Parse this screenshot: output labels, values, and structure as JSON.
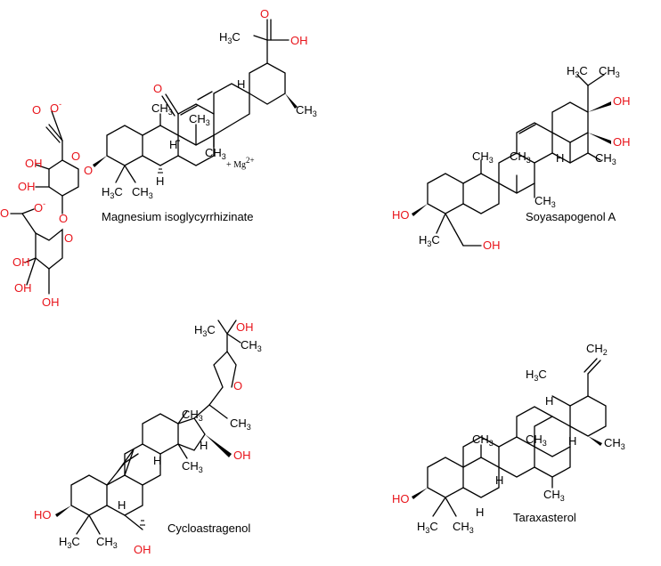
{
  "molecules": [
    {
      "name": "Magnesium isoglycyrrhizinate",
      "counter_ion": "+ Mg",
      "counter_ion_charge": "2+",
      "labels": {
        "ch3_top": "H",
        "ch3_top_rest": "C",
        "acid_oh": "OH",
        "acid_o": "O",
        "ketone_o": "O",
        "ch3_a": "CH",
        "ch3_b": "CH",
        "ch3_c": "CH",
        "ch3_d": "CH",
        "h_a": "H",
        "h_b": "H",
        "h_c": "H",
        "ether_o": "O",
        "sugar1_coo": "O",
        "sugar1_o_minus": "O",
        "minus": "-",
        "sugar1_ring_o": "O",
        "sugar1_oh1": "OH",
        "sugar1_oh2": "OH",
        "link_o": "O",
        "sugar2_coo": "O",
        "sugar2_o_minus": "O",
        "sugar2_ring_o": "O",
        "sugar2_oh1": "OH",
        "sugar2_oh2": "OH",
        "sugar2_oh3": "OH",
        "gem_h3c": "H",
        "gem_ch3": "CH",
        "three": "3"
      }
    },
    {
      "name": "Soyasapogenol A",
      "labels": {
        "h3c": "H",
        "ch3": "CH",
        "oh1": "OH",
        "oh2": "OH",
        "ch3_a": "CH",
        "ch3_b": "CH",
        "ch3_c": "CH",
        "ch3_d": "CH",
        "h": "H",
        "ho": "HO",
        "h3c_b": "H",
        "ch2oh": "OH",
        "three": "3"
      }
    },
    {
      "name": "Cycloastragenol",
      "labels": {
        "oh_top": "OH",
        "h3c": "H",
        "ch3": "CH",
        "ring_o": "O",
        "ch3_side": "CH",
        "ch3_a": "CH",
        "ch3_b": "CH",
        "h_a": "H",
        "h_b": "H",
        "oh_right": "OH",
        "h_c": "H",
        "ho": "HO",
        "h3c_b": "H",
        "ch3_gem": "CH",
        "oh_bottom": "OH",
        "three": "3"
      }
    },
    {
      "name": "Taraxasterol",
      "labels": {
        "ch2": "CH",
        "two": "2",
        "h3c": "H",
        "h_a": "H",
        "h_b": "H",
        "ch3_a": "CH",
        "ch3_b": "CH",
        "ch3_c": "CH",
        "ch3_d": "CH",
        "h_c": "H",
        "h_d": "H",
        "ho": "HO",
        "h3c_b": "H",
        "ch3_gem": "CH",
        "three": "3"
      }
    }
  ],
  "colors": {
    "heteroatom": "#e8141b",
    "bond": "#000000"
  }
}
